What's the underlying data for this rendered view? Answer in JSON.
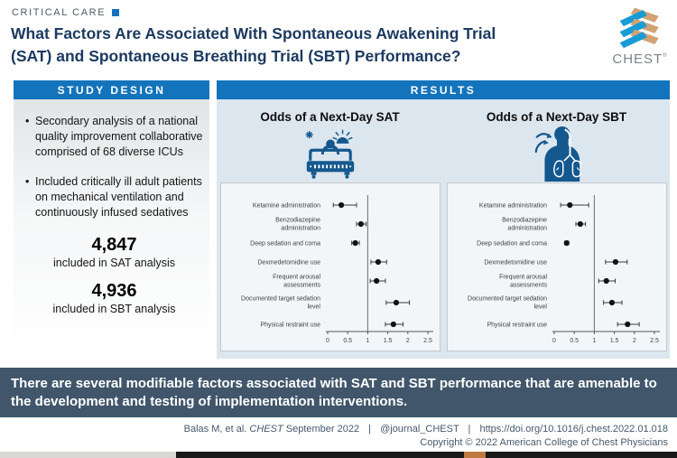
{
  "page": {
    "eyebrow": "CRITICAL CARE",
    "title_line1": "What Factors Are Associated With Spontaneous Awakening Trial",
    "title_line2": "(SAT) and Spontaneous Breathing Trial (SBT) Performance?",
    "logo_text": "CHEST",
    "logo_registered": "®"
  },
  "study_design": {
    "header": "STUDY DESIGN",
    "bullets": [
      "Secondary analysis of a national quality improvement collaborative comprised of 68 diverse ICUs",
      "Included critically ill adult patients on mechanical ventilation and continuously infused sedatives"
    ],
    "stats": [
      {
        "value": "4,847",
        "label": "included in SAT analysis"
      },
      {
        "value": "4,936",
        "label": "included in SBT analysis"
      }
    ]
  },
  "results": {
    "header": "RESULTS",
    "panels": [
      {
        "icon": "waking-patient-bed-icon"
      },
      {
        "icon": "lungs-airway-icon"
      }
    ]
  },
  "chart_data": [
    {
      "type": "scatter",
      "subtype": "forest_plot",
      "title": "Odds of a Next-Day SAT",
      "xlim": [
        0,
        2.5
      ],
      "xticks": [
        0,
        0.5,
        1,
        1.5,
        2,
        2.5
      ],
      "xtick_labels": [
        "0",
        "0.5",
        "1",
        "1.5",
        "2",
        "2.5"
      ],
      "reference_line_x": 1,
      "grid": false,
      "points": [
        {
          "label": "Ketamine administration",
          "or": 0.34,
          "ci_low": 0.14,
          "ci_high": 0.72
        },
        {
          "label": "Benzodiazepine administration",
          "or": 0.83,
          "ci_low": 0.72,
          "ci_high": 0.96
        },
        {
          "label": "Deep sedation and coma",
          "or": 0.69,
          "ci_low": 0.6,
          "ci_high": 0.79
        },
        {
          "label": "Dexmedetomidine use",
          "or": 1.26,
          "ci_low": 1.08,
          "ci_high": 1.47
        },
        {
          "label": "Frequent arousal assessments",
          "or": 1.22,
          "ci_low": 1.06,
          "ci_high": 1.44
        },
        {
          "label": "Documented target sedation level",
          "or": 1.71,
          "ci_low": 1.46,
          "ci_high": 2.04
        },
        {
          "label": "Physical restraint use",
          "or": 1.64,
          "ci_low": 1.44,
          "ci_high": 1.88
        }
      ]
    },
    {
      "type": "scatter",
      "subtype": "forest_plot",
      "title": "Odds of a Next-Day SBT",
      "xlim": [
        0,
        2.5
      ],
      "xticks": [
        0,
        0.5,
        1,
        1.5,
        2,
        2.5
      ],
      "xtick_labels": [
        "0",
        "0.5",
        "1",
        "1.5",
        "2",
        "2.5"
      ],
      "reference_line_x": 1,
      "grid": false,
      "points": [
        {
          "label": "Ketamine administration",
          "or": 0.39,
          "ci_low": 0.16,
          "ci_high": 0.86
        },
        {
          "label": "Benzodiazepine administration",
          "or": 0.65,
          "ci_low": 0.54,
          "ci_high": 0.78
        },
        {
          "label": "Deep sedation and coma",
          "or": 0.31,
          "ci_low": 0.26,
          "ci_high": 0.36
        },
        {
          "label": "Dexmedetomidine use",
          "or": 1.53,
          "ci_low": 1.28,
          "ci_high": 1.82
        },
        {
          "label": "Frequent arousal assessments",
          "or": 1.3,
          "ci_low": 1.11,
          "ci_high": 1.52
        },
        {
          "label": "Documented target sedation level",
          "or": 1.44,
          "ci_low": 1.23,
          "ci_high": 1.69
        },
        {
          "label": "Physical restraint use",
          "or": 1.83,
          "ci_low": 1.58,
          "ci_high": 2.12
        }
      ]
    }
  ],
  "banner": {
    "text": "There are several modifiable factors associated with SAT and SBT performance that are amenable to the development and testing of implementation interventions."
  },
  "footer": {
    "citation_prefix": "Balas M, et al.",
    "journal": "CHEST",
    "citation_suffix": "September 2022",
    "separator": "|",
    "handle": "@journal_CHEST",
    "doi": "https://doi.org/10.1016/j.chest.2022.01.018",
    "copyright": "Copyright © 2022 American College of Chest Physicians"
  },
  "colors": {
    "accent_blue": "#1374bc",
    "title_navy": "#1c3a60",
    "results_panel_bg": "#dce6ee",
    "banner_bg": "#41566a",
    "icon_blue": "#14588e",
    "logo_blue": "#199cd6",
    "logo_tan": "#d2a273"
  }
}
